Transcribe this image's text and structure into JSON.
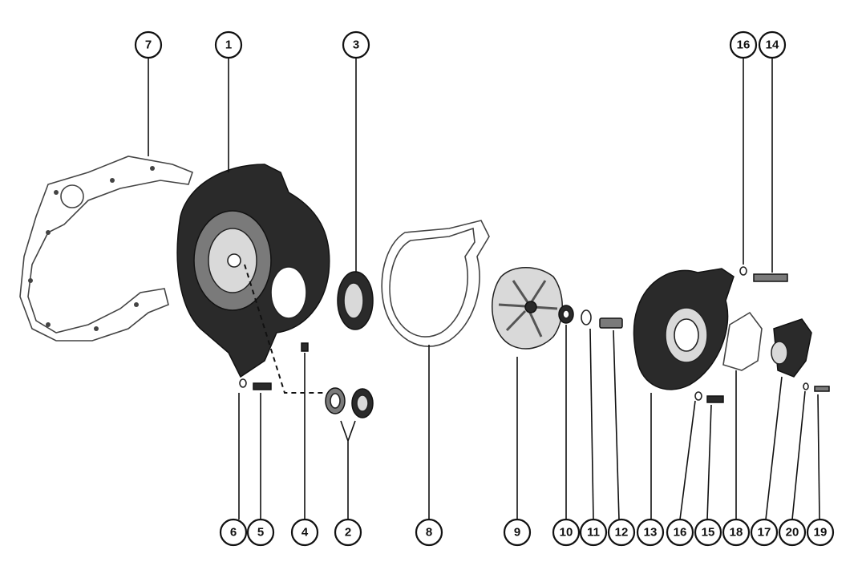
{
  "diagram": {
    "callouts": [
      {
        "id": "c7",
        "label": "7"
      },
      {
        "id": "c1",
        "label": "1"
      },
      {
        "id": "c3",
        "label": "3"
      },
      {
        "id": "c16t",
        "label": "16"
      },
      {
        "id": "c14",
        "label": "14"
      },
      {
        "id": "c6",
        "label": "6"
      },
      {
        "id": "c5",
        "label": "5"
      },
      {
        "id": "c4",
        "label": "4"
      },
      {
        "id": "c2",
        "label": "2"
      },
      {
        "id": "c8",
        "label": "8"
      },
      {
        "id": "c9",
        "label": "9"
      },
      {
        "id": "c10",
        "label": "10"
      },
      {
        "id": "c11",
        "label": "11"
      },
      {
        "id": "c12",
        "label": "12"
      },
      {
        "id": "c13",
        "label": "13"
      },
      {
        "id": "c16b",
        "label": "16"
      },
      {
        "id": "c15",
        "label": "15"
      },
      {
        "id": "c18",
        "label": "18"
      },
      {
        "id": "c17",
        "label": "17"
      },
      {
        "id": "c20",
        "label": "20"
      },
      {
        "id": "c19",
        "label": "19"
      }
    ]
  }
}
